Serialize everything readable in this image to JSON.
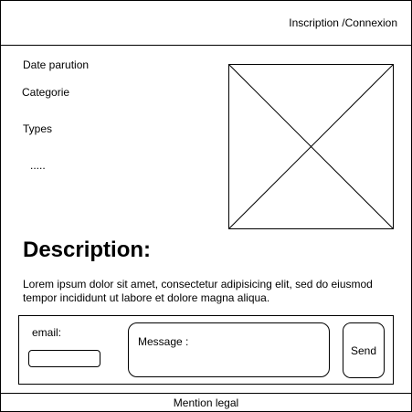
{
  "header": {
    "auth_link": "Inscription /Connexion"
  },
  "details": {
    "date_label": "Date parution",
    "category_label": "Categorie",
    "types_label": "Types",
    "more": "....."
  },
  "image_placeholder": {
    "icon": "image-placeholder-icon"
  },
  "description": {
    "title": "Description:",
    "text": "Lorem ipsum dolor sit amet, consectetur adipisicing elit, sed do eiusmod tempor incididunt ut labore et dolore magna aliqua."
  },
  "contact_form": {
    "email_label": "email:",
    "email_value": "",
    "message_label": "Message :",
    "send_label": "Send"
  },
  "footer": {
    "legal": "Mention legal"
  }
}
